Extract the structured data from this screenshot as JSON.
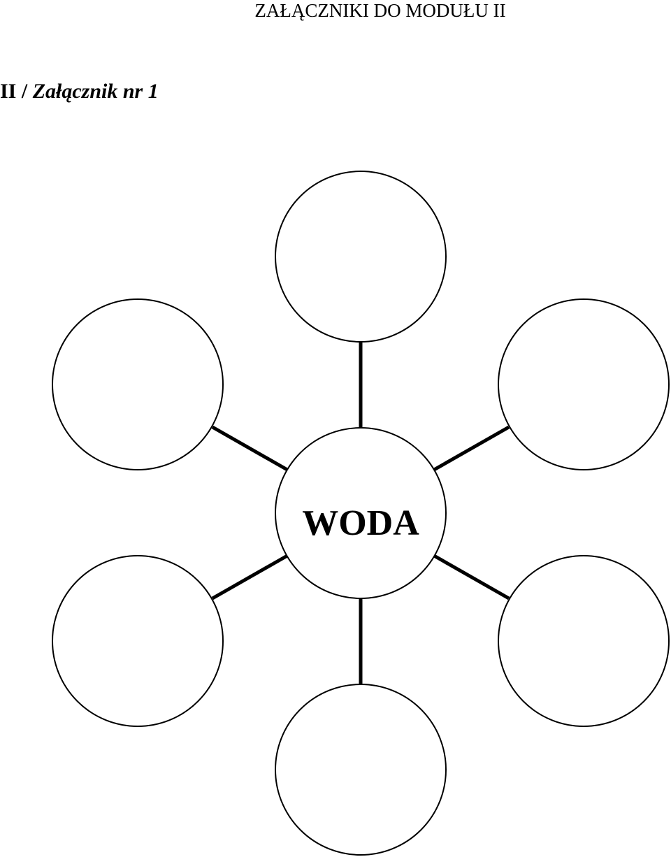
{
  "document": {
    "title": "ZAŁĄCZNIKI DO MODUŁU II",
    "attachment_prefix": "II / ",
    "attachment_label": "Załącznik nr 1"
  },
  "diagram": {
    "center_label": "WODA",
    "outer_nodes": [
      "",
      "",
      "",
      "",
      "",
      ""
    ]
  }
}
